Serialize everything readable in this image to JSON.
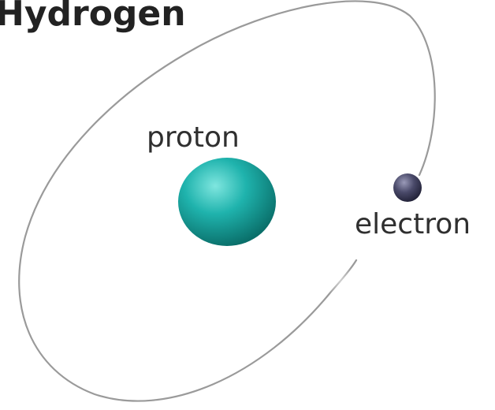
{
  "title": "Hydrogen",
  "particles": {
    "proton": {
      "label": "proton",
      "color": "#1fb3ad"
    },
    "electron": {
      "label": "electron",
      "color": "#4a4a6a"
    }
  },
  "orbit": {
    "color": "#9a9a9a"
  }
}
